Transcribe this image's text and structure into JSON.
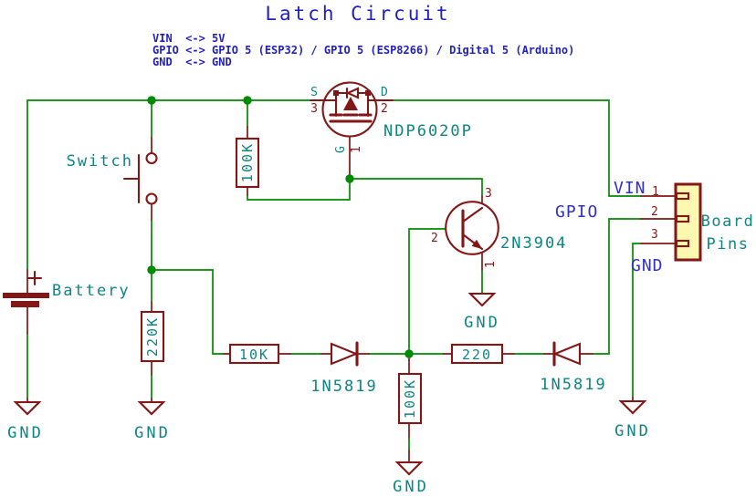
{
  "colors": {
    "wire": "#008A00",
    "component": "#851616",
    "field": "#0E8484",
    "net_label": "#3030D0",
    "note": "#1F1FC0",
    "connector_fill": "#FDF8B0"
  },
  "title": "Latch Circuit",
  "notes": {
    "line1": "VIN  <-> 5V",
    "line2": "GPIO <-> GPIO 5 (ESP32) / GPIO 5 (ESP8266) / Digital 5 (Arduino)",
    "line3": "GND  <-> GND"
  },
  "mosfet": {
    "value": "NDP6020P",
    "pin_s": "S",
    "pin_s_num": "3",
    "pin_d": "D",
    "pin_d_num": "2",
    "pin_g": "G",
    "pin_g_num": "1"
  },
  "transistor": {
    "value": "2N3904",
    "pin_c_num": "3",
    "pin_b_num": "2",
    "pin_e_num": "1"
  },
  "switch": {
    "label": "Switch"
  },
  "battery": {
    "label": "Battery"
  },
  "resistors": {
    "gate_pullup": "100K",
    "battery_sense": "220K",
    "input": "10K",
    "pulldown": "100K",
    "gpio_series": "220"
  },
  "diodes": {
    "input": "1N5819",
    "latch": "1N5819"
  },
  "connector": {
    "name_line1": "Board",
    "name_line2": "Pins",
    "pin1_num": "1",
    "pin1_net": "VIN",
    "pin2_num": "2",
    "pin2_net": "GPIO",
    "pin3_num": "3",
    "pin3_net": "GND"
  },
  "gnd": "GND"
}
